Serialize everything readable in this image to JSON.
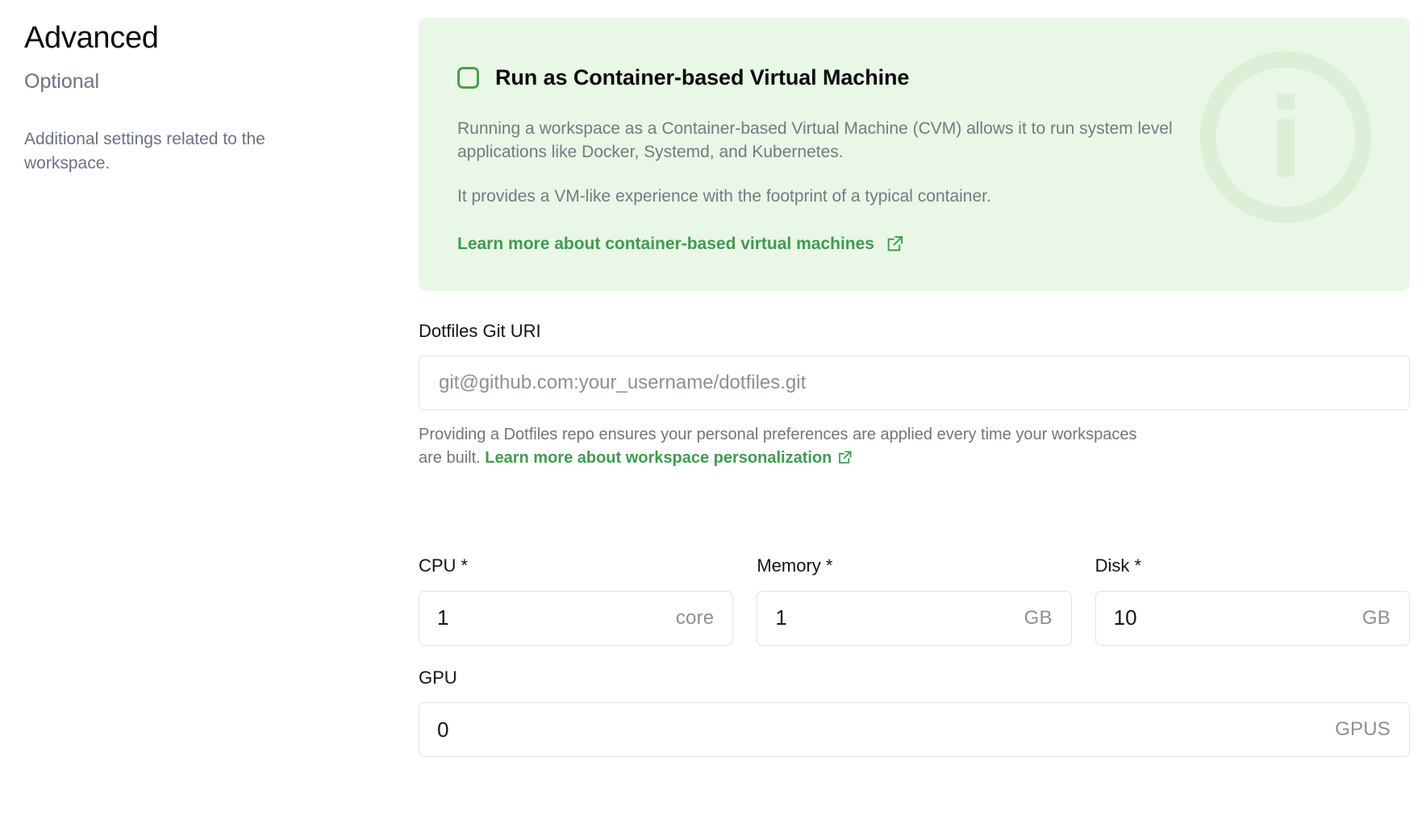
{
  "section": {
    "title": "Advanced",
    "optional_label": "Optional",
    "description": "Additional settings related to the workspace."
  },
  "cvm_callout": {
    "checkbox_label": "Run as Container-based Virtual Machine",
    "checkbox_checked": false,
    "paragraph_1": "Running a workspace as a Container-based Virtual Machine (CVM) allows it to run system level applications like Docker, Systemd, and Kubernetes.",
    "paragraph_2": "It provides a VM-like experience with the footprint of a typical container.",
    "link_label": "Learn more about container-based virtual machines",
    "link_icon": "external-link-icon",
    "watermark_icon": "info-circle-icon",
    "background_color": "#e9f7e6",
    "accent_color": "#3f9b50",
    "checkbox_border_color": "#4e9e4e"
  },
  "dotfiles": {
    "label": "Dotfiles Git URI",
    "value": "",
    "placeholder": "git@github.com:your_username/dotfiles.git",
    "helper_prefix": "Providing a Dotfiles repo ensures your personal preferences are applied every time your workspaces are built. ",
    "helper_link": "Learn more about workspace personalization",
    "helper_link_icon": "external-link-icon"
  },
  "resources": {
    "fields": [
      {
        "label": "CPU *",
        "value": "1",
        "suffix": "core",
        "name": "cpu"
      },
      {
        "label": "Memory *",
        "value": "1",
        "suffix": "GB",
        "name": "memory"
      },
      {
        "label": "Disk *",
        "value": "10",
        "suffix": "GB",
        "name": "disk"
      }
    ],
    "gpu": {
      "label": "GPU",
      "value": "0",
      "suffix": "GPUS",
      "name": "gpu"
    }
  }
}
